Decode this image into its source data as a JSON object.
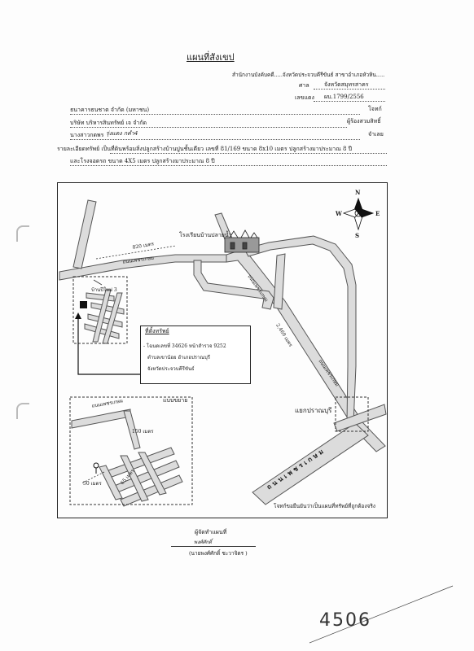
{
  "doc": {
    "title": "แผนที่สังเขป",
    "office": "สำนักงานบังคับคดี.....จังหวัดประจวบคีรีขันธ์ สาขาอำเภอหัวหิน.....",
    "court_label": "ศาล",
    "court": "จังหวัดสมุทรสาคร",
    "case_label": "เลขแดง",
    "case_no": "ผบ.1799/2556",
    "plaintiff": "ธนาคารธนชาต จำกัด (มหาชน)",
    "plaintiff_role": "โจทก์",
    "creditor": "บริษัท บริหารสินทรัพย์ เจ จำกัด",
    "creditor_role": "ผู้ร้องสวมสิทธิ์",
    "defendant_prefix": "นางสาวกดพร",
    "defendant_handwritten": "รุ่งแดง กคำ4",
    "defendant_role": "จำเลย",
    "detail_line1": "รายละเอียดทรัพย์  เป็นที่ดินพร้อมสิ่งปลูกสร้างบ้านปูนชั้นเดียว เลขที่ 81/169 ขนาด 8x10  เมตร ปลูกสร้างมาประมาณ 8 ปี",
    "detail_line2": "และโรงจอดรถ ขนาด 4X5 เมตร ปลูกสร้างมาประมาณ 8 ปี"
  },
  "map": {
    "compass": {
      "n": "N",
      "s": "S",
      "e": "E",
      "w": "W"
    },
    "landmark_school": "โรงเรียนบ้านปลายน้ำ",
    "dist_820": "820 เมตร",
    "road_left": "ถนนเพชรเกษม",
    "road_diag1": "ถนนเพชรเกษม",
    "road_diag2": "ถนนเพชรเกษม",
    "dist_2469": "2,469 เมตร",
    "village": "บ้านปีใหม่ 3",
    "property_box_title": "ที่ตั้งทรัพย์",
    "property_line1": "- โฉนดเลขที่  34626   หน้าสำรวจ  9252",
    "property_line2": "ตำบลเขาน้อย          อำเภอปราณบุรี",
    "property_line3": "จังหวัดประจวบคีรีขันธ์",
    "enlarged_label": "แบบขยาย",
    "enlarged_road": "ถนนเพชรเกษม",
    "dist_150": "150 เมตร",
    "dist_50": "50 เมตร",
    "dist_65": "65 เมตร",
    "junction": "แยกปราณบุรี",
    "highway": "ถนนเพชรเกษม",
    "certify": "โจทก์ขอยืนยันว่าเป็นแผนที่ทรัพย์ที่ถูกต้องจริง"
  },
  "sign": {
    "maker_label": "ผู้จัดทำแผนที่",
    "signature": "พงศ์ศักดิ์",
    "name": "(นายพงศ์ศักดิ์  ชะวาจิตร )"
  },
  "handwritten_number": "4506"
}
